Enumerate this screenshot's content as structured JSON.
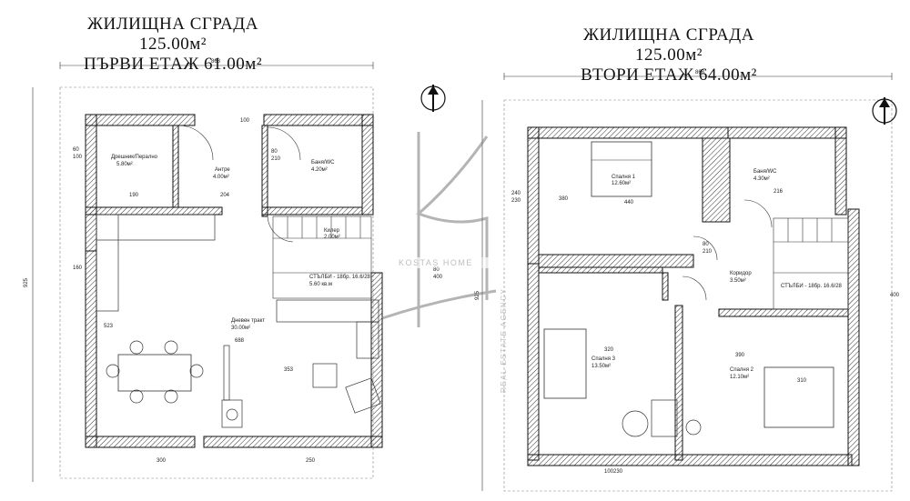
{
  "titles": {
    "left_line1": "ЖИЛИЩНА СГРАДА  125.00м²",
    "left_line2": "ПЪРВИ ЕТАЖ  61.00м²",
    "right_line1": "ЖИЛИЩНА СГРАДА  125.00м²",
    "right_line2": "ВТОРИ ЕТАЖ  64.00м²"
  },
  "dims": {
    "overall_width_left": "868",
    "overall_width_right": "868",
    "overall_height_left": "925",
    "overall_height_right": "925"
  },
  "rooms_floor1": {
    "dressing": "Дрешник/Перално",
    "dressing_area": "5.80м²",
    "hall": "Антре",
    "hall_area": "4.00м²",
    "bath": "Баня/WC",
    "bath_area": "4.20м²",
    "storage": "Килер",
    "storage_area": "2.00м²",
    "stairs": "СТЪЛБИ - 18бр. 16.6/28",
    "stairs_area": "5.60 кв.м",
    "living": "Дневен тракт",
    "living_area": "30.00м²"
  },
  "rooms_floor2": {
    "bedroom1": "Спалня 1",
    "bedroom1_area": "12.60м²",
    "bath": "Баня/WC",
    "bath_area": "4.30м²",
    "corridor": "Коридор",
    "corridor_area": "3.50м²",
    "stairs": "СТЪЛБИ - 18бр. 16.6/28",
    "bedroom3": "Спалня 3",
    "bedroom3_area": "13.50м²",
    "bedroom2": "Спалня 2",
    "bedroom2_area": "12.10м²"
  },
  "measures_floor1": [
    "60",
    "100",
    "190",
    "204",
    "80",
    "210",
    "100",
    "160",
    "523",
    "688",
    "353",
    "300",
    "250",
    "400",
    "80"
  ],
  "measures_floor2": [
    "240",
    "230",
    "380",
    "440",
    "216",
    "80",
    "210",
    "320",
    "390",
    "310",
    "100",
    "230",
    "400"
  ],
  "watermark": {
    "brand": "KOSTAS HOME",
    "agency": "REAL ESTATE AGENCY"
  }
}
